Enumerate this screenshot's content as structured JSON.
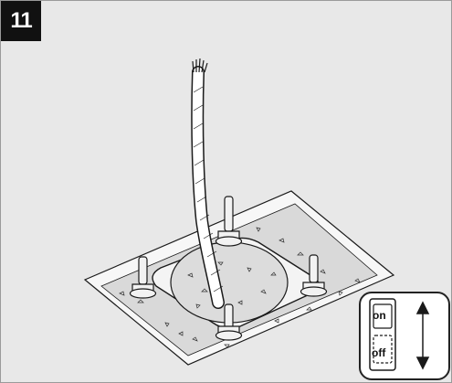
{
  "step": {
    "number": "11"
  },
  "switch": {
    "on_label": "on",
    "off_label": "off"
  },
  "icons": {
    "cable": "stripped-cable-icon",
    "base": "mounting-base-plate",
    "bolt": "anchor-bolt-icon",
    "toggle": "on-off-switch-icon",
    "arrow": "double-arrow-icon"
  },
  "colors": {
    "background": "#e8e8e8",
    "badge": "#111111",
    "concrete": "#d9d9d9",
    "line": "#1a1a1a"
  }
}
